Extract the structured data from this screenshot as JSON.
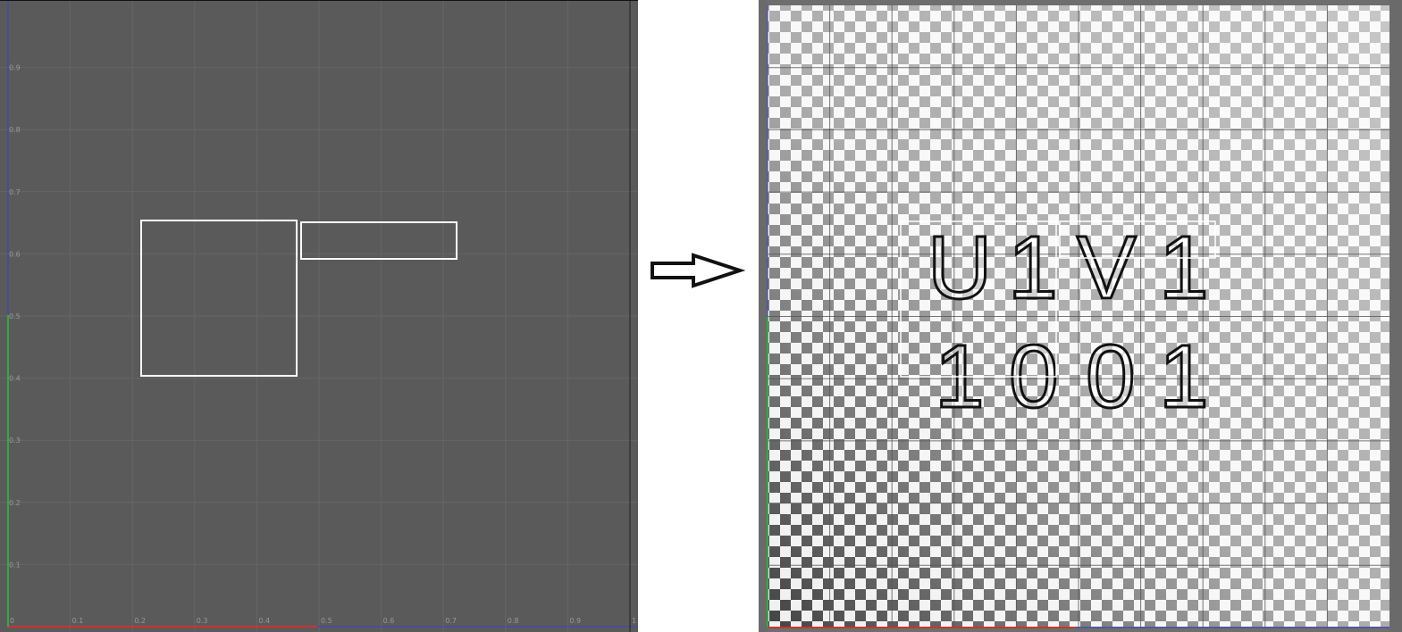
{
  "left_view": {
    "tick_labels_x": [
      "0",
      "0.1",
      "0.2",
      "0.3",
      "0.4",
      "0.5",
      "0.6",
      "0.7",
      "0.8",
      "0.9",
      "1"
    ],
    "tick_labels_y": [
      "0.1",
      "0.2",
      "0.3",
      "0.4",
      "0.5",
      "0.6",
      "0.7",
      "0.8",
      "0.9"
    ],
    "colors": {
      "background": "#5a5a5a",
      "grid": "#666666",
      "uv_shell": "#ffffff",
      "u_axis": "#cc3333",
      "v_axis": "#3344cc",
      "v_axis_lower": "#33aa44"
    }
  },
  "right_view": {
    "label_row1": [
      "U",
      "1",
      "V",
      "1"
    ],
    "label_row2": [
      "1",
      "0",
      "0",
      "1"
    ],
    "colors": {
      "checker_light": "#f0f0f0",
      "checker_dark": "#444444",
      "grid": "#555555",
      "letter_outline": "#111111",
      "uv_shell": "#ffffff",
      "u_axis": "#cc3333",
      "v_axis": "#3344cc"
    }
  },
  "arrow": {
    "icon": "right-arrow-icon",
    "color": "#111111"
  }
}
